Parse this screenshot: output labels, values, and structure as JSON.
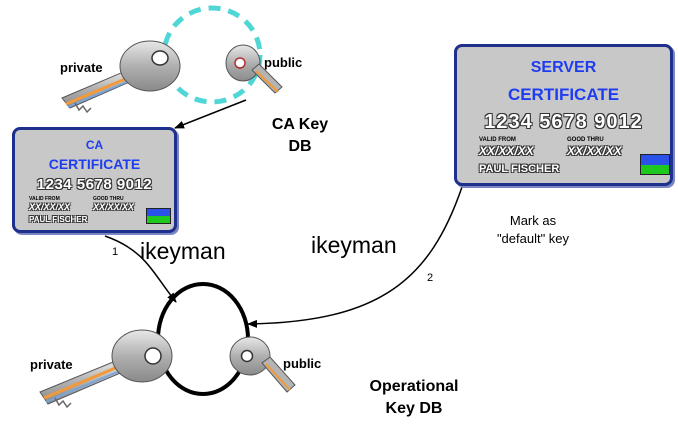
{
  "keys": {
    "top_private": "private",
    "top_public": "public",
    "bottom_private": "private",
    "bottom_public": "public"
  },
  "ca_key_db": {
    "line1": "CA Key",
    "line2": "DB"
  },
  "operational_key_db": {
    "line1": "Operational",
    "line2": "Key DB"
  },
  "ca_certificate": {
    "title_line1": "CA",
    "title_line2": "CERTIFICATE",
    "number": "1234 5678 9012",
    "valid_from_label": "VALID FROM",
    "good_thru_label": "GOOD THRU",
    "valid_from": "XX/XX/XX",
    "good_thru": "XX/XX/XX",
    "holder": "PAUL FISCHER"
  },
  "server_certificate": {
    "title_line1": "SERVER",
    "title_line2": "CERTIFICATE",
    "number": "1234 5678 9012",
    "valid_from_label": "VALID FROM",
    "good_thru_label": "GOOD THRU",
    "valid_from": "XX/XX/XX",
    "good_thru": "XX/XX/XX",
    "holder": "PAUL FISCHER"
  },
  "steps": {
    "step1_number": "1",
    "step1_tool": "ikeyman",
    "step2_number": "2",
    "step2_tool": "ikeyman"
  },
  "mark_default": {
    "line1": "Mark as",
    "line2": "\"default\" key"
  },
  "colors": {
    "card_border": "#1e2f8c",
    "card_title": "#1f3df0",
    "card_bg": "#c8c8c8",
    "key_body": "#b4b4b4",
    "key_orange": "#f29a3a",
    "key_blue": "#7aa3d8",
    "dashed_ring": "#4fd6d6"
  }
}
